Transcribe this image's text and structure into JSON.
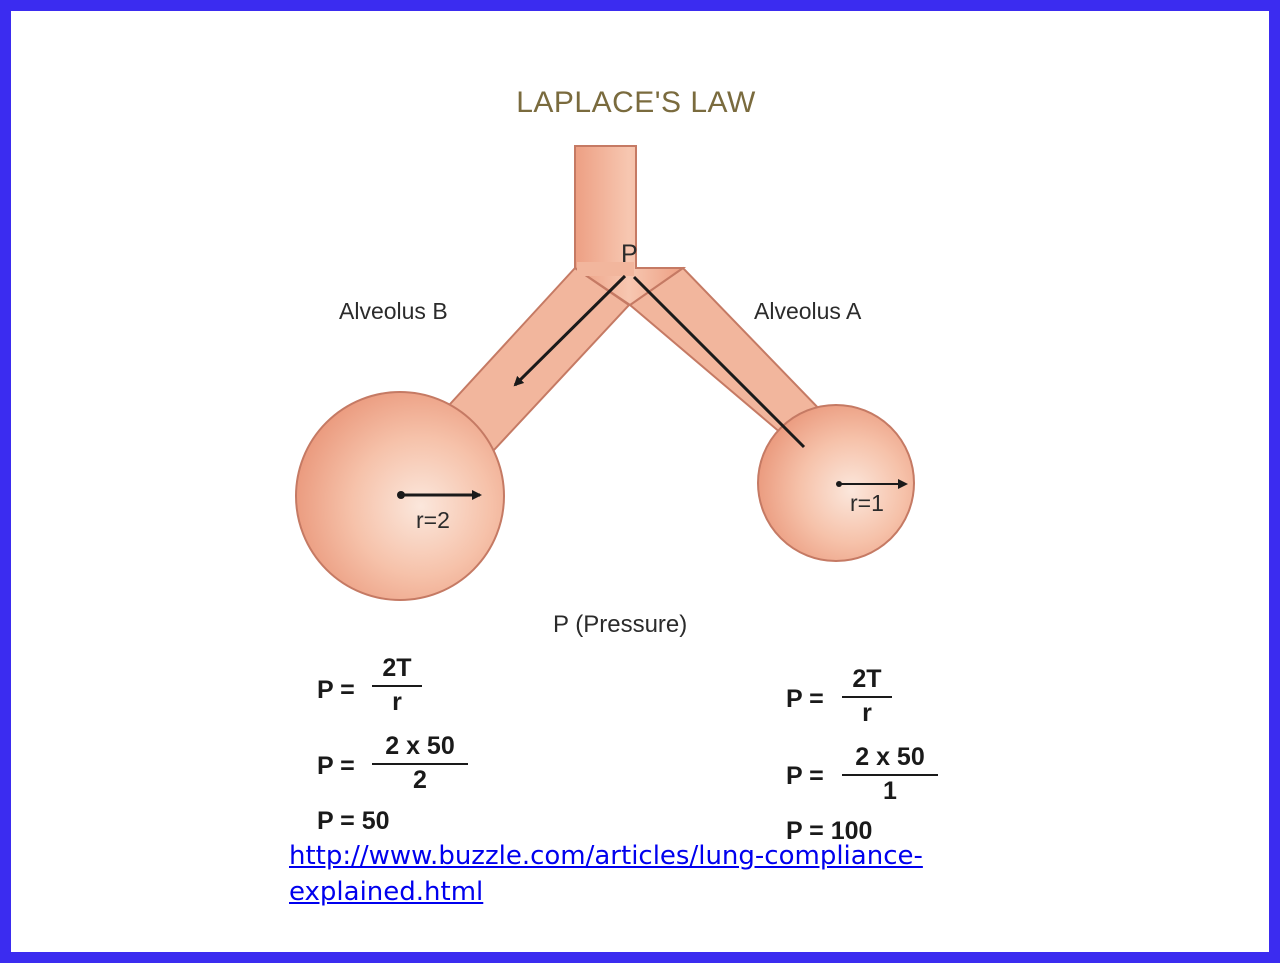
{
  "diagram": {
    "title": "LAPLACE'S LAW",
    "pressure_point_label": "P",
    "alveolus_b_label": "Alveolus B",
    "alveolus_a_label": "Alveolus A",
    "radius_b_label": "r=2",
    "radius_a_label": "r=1",
    "pressure_caption": "P (Pressure)",
    "colors": {
      "airway": "#f0a98e",
      "airway_edge": "#c57a64",
      "frame": "#3b2cf0",
      "title": "#7a6b3e"
    }
  },
  "equations": {
    "left": {
      "eq1_prefix": "P =",
      "eq1_num": "2T",
      "eq1_den": "r",
      "eq2_prefix": "P =",
      "eq2_num": "2 x 50",
      "eq2_den": "2",
      "result": "P = 50"
    },
    "right": {
      "eq1_prefix": "P =",
      "eq1_num": "2T",
      "eq1_den": "r",
      "eq2_prefix": "P =",
      "eq2_num": "2 x 50",
      "eq2_den": "1",
      "result": "P = 100"
    }
  },
  "source_link": {
    "text": "http://www.buzzle.com/articles/lung-compliance-explained.html"
  }
}
